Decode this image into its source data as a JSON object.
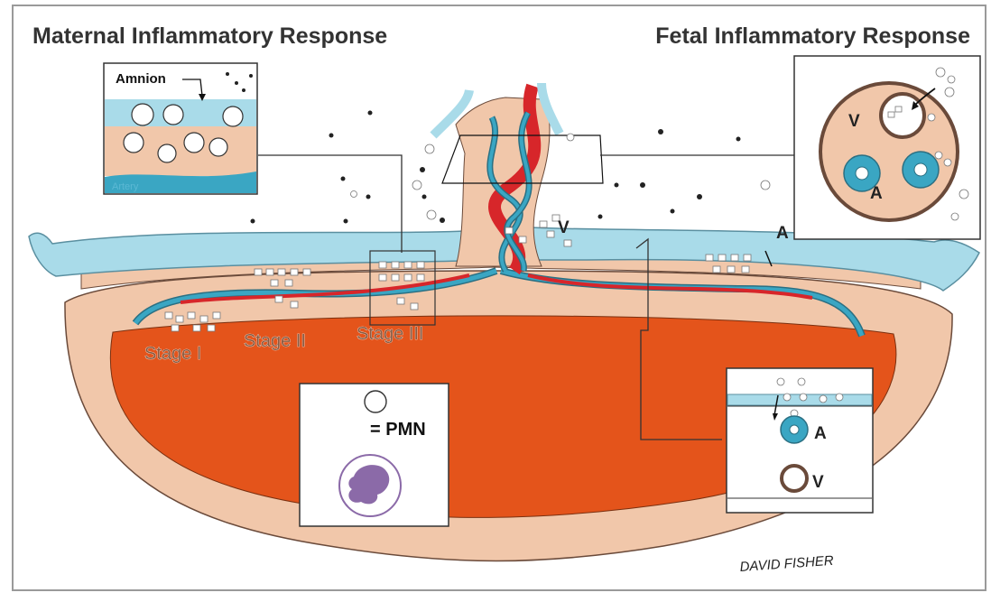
{
  "headings": {
    "maternal": "Maternal Inflammatory Response",
    "fetal": "Fetal Inflammatory Response"
  },
  "stages": {
    "stage1": "Stage I",
    "stage2": "Stage II",
    "stage3": "Stage III"
  },
  "insets": {
    "amnion_label": "Amnion",
    "artery_label": "Artery",
    "vessel_v": "V",
    "vessel_a": "A"
  },
  "labels": {
    "cord_v": "V",
    "chorionic_a": "A"
  },
  "legend": {
    "pmn": "= PMN"
  },
  "signature": "DAVID FISHER",
  "colors": {
    "amnion_blue": "#a9dbe9",
    "chorion_pink": "#f1c7aa",
    "placenta_orange": "#e4541b",
    "artery_red": "#d7262a",
    "vessel_teal": "#3aa6c3",
    "pmn_purple": "#8b6aa8"
  }
}
